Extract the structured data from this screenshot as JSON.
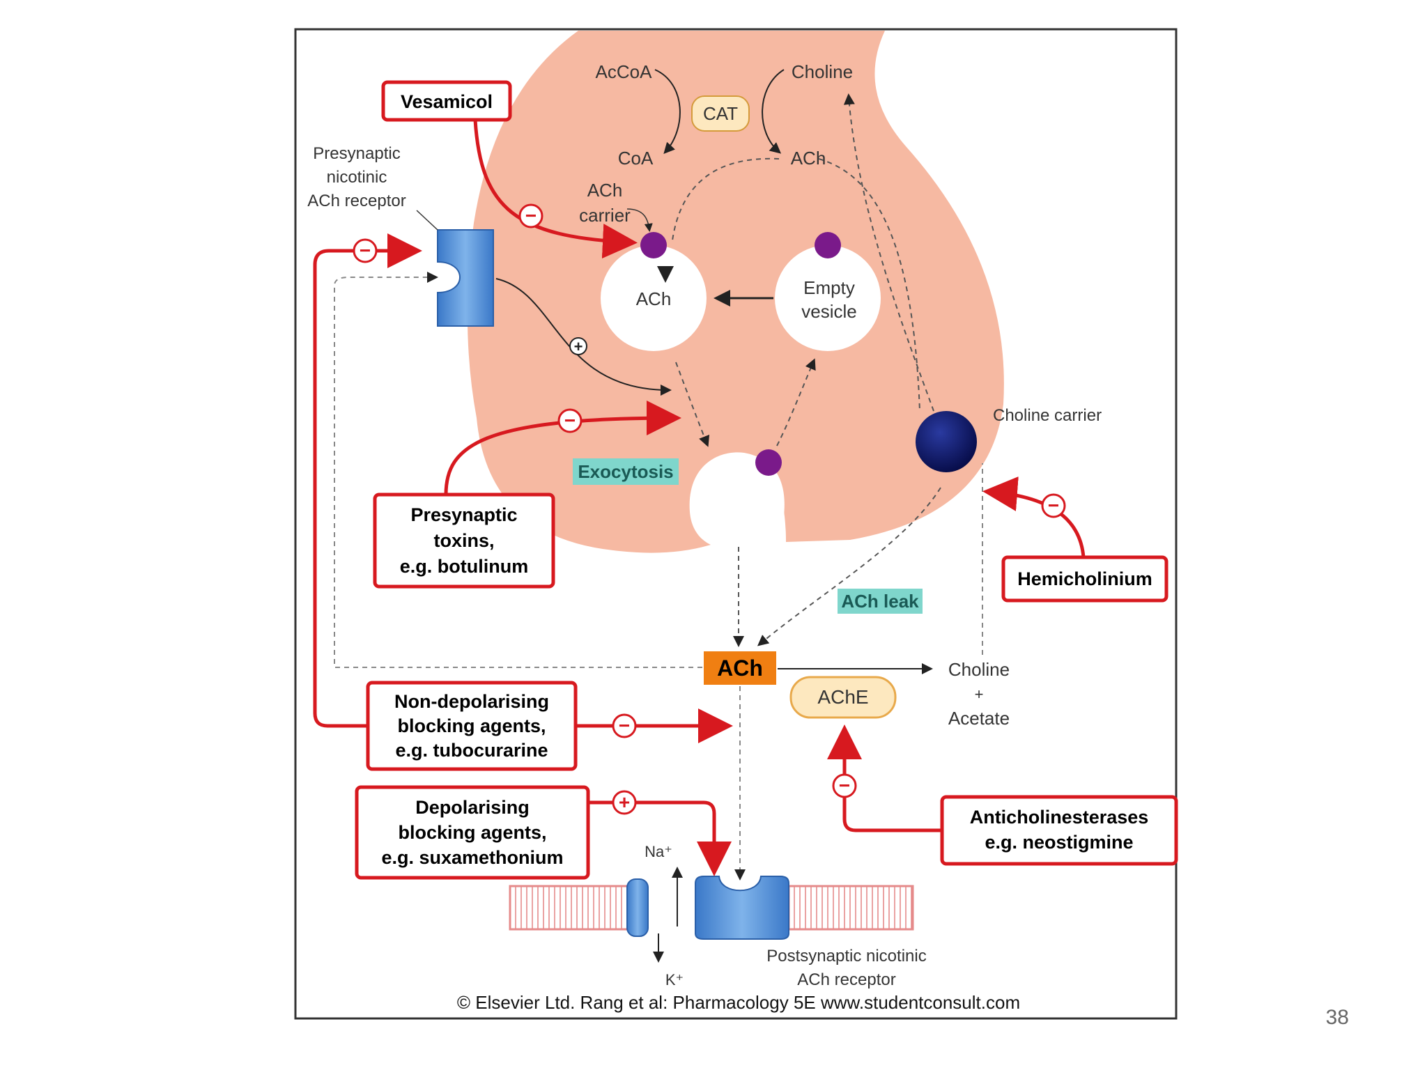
{
  "labels": {
    "accoa": "AcCoA",
    "choline_top": "Choline",
    "cat": "CAT",
    "coa": "CoA",
    "ach_top": "ACh",
    "ach_carrier_1": "ACh",
    "ach_carrier_2": "carrier",
    "vesicle_full": "ACh",
    "vesicle_empty_1": "Empty",
    "vesicle_empty_2": "vesicle",
    "presyn_receptor_1": "Presynaptic",
    "presyn_receptor_2": "nicotinic",
    "presyn_receptor_3": "ACh receptor",
    "exocytosis": "Exocytosis",
    "choline_carrier": "Choline carrier",
    "ach_leak": "ACh leak",
    "ach_cleft": "ACh",
    "ache": "AChE",
    "choline_bottom": "Choline",
    "plus_small": "+",
    "acetate": "Acetate",
    "na": "Na⁺",
    "k": "K⁺",
    "postsyn_receptor_1": "Postsynaptic nicotinic",
    "postsyn_receptor_2": "ACh receptor",
    "copyright": "© Elsevier Ltd. Rang et al: Pharmacology 5E www.studentconsult.com"
  },
  "drugs": {
    "vesamicol": "Vesamicol",
    "toxins_1": "Presynaptic",
    "toxins_2": "toxins,",
    "toxins_3": "e.g. botulinum",
    "hemicholinium": "Hemicholinium",
    "nondep_1": "Non-depolarising",
    "nondep_2": "blocking agents,",
    "nondep_3": "e.g. tubocurarine",
    "dep_1": "Depolarising",
    "dep_2": "blocking agents,",
    "dep_3": "e.g. suxamethonium",
    "antiche_1": "Anticholinesterases",
    "antiche_2": "e.g. neostigmine"
  },
  "signs": {
    "minus": "−",
    "plus": "+"
  },
  "slide_number": "38",
  "colors": {
    "terminal": "#f6b9a2",
    "drug_border": "#d7191f",
    "inhibit": "#d7191f",
    "receptor": "#4f8ed6",
    "vesicle_dot": "#7a1a8a",
    "choline_carrier": "#0a1460",
    "ach_box": "#f07f12",
    "label_teal": "#7fd6cc",
    "enzyme_fill": "#fde8bf"
  }
}
